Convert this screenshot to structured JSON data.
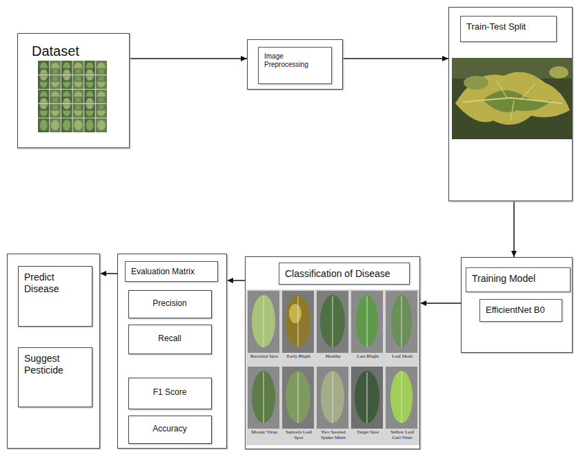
{
  "diagram": {
    "nodes": [
      {
        "text": [
          "Dataset"
        ]
      },
      {
        "text": [
          "Image Preprocessing"
        ]
      },
      {
        "text": [
          "Train-Test Split"
        ]
      },
      {
        "text": [
          "Training Model",
          "EfficientNet B0"
        ]
      },
      {
        "text": [
          "Classification of Disease"
        ]
      },
      {
        "text": [
          "Evaluation Matrix"
        ]
      },
      {
        "text": [
          "Precision"
        ],
        "in": 5
      },
      {
        "text": [
          "Recall"
        ],
        "in": 5
      },
      {
        "text": [
          "F1 Score"
        ],
        "in": 5
      },
      {
        "text": [
          "Accuracy"
        ],
        "in": 5
      },
      {
        "text": []
      },
      {
        "text": [
          "Predict Disease"
        ],
        "in": 10
      },
      {
        "text": [
          "Suggest Pesticide"
        ],
        "in": 10
      }
    ],
    "edges": [
      {
        "from": 0,
        "to": 1,
        "arrow": "to"
      },
      {
        "from": 1,
        "to": 2,
        "arrow": "to"
      },
      {
        "from": 2,
        "to": 3,
        "arrow": "to"
      },
      {
        "from": 3,
        "to": 4,
        "arrow": "to"
      },
      {
        "from": 4,
        "to": 5,
        "arrow": "to"
      },
      {
        "from": 5,
        "to": 10,
        "arrow": "to"
      }
    ],
    "labels": [
      "Bacterial Spot",
      "Early Blight",
      "Healthy",
      "Late Blight",
      "Leaf Mold",
      "Mosaic Virus",
      "Septoria Leaf Spot",
      "Two Spotted Spider Mites",
      "Target Spot",
      "Yellow Leaf Curl Virus"
    ]
  }
}
